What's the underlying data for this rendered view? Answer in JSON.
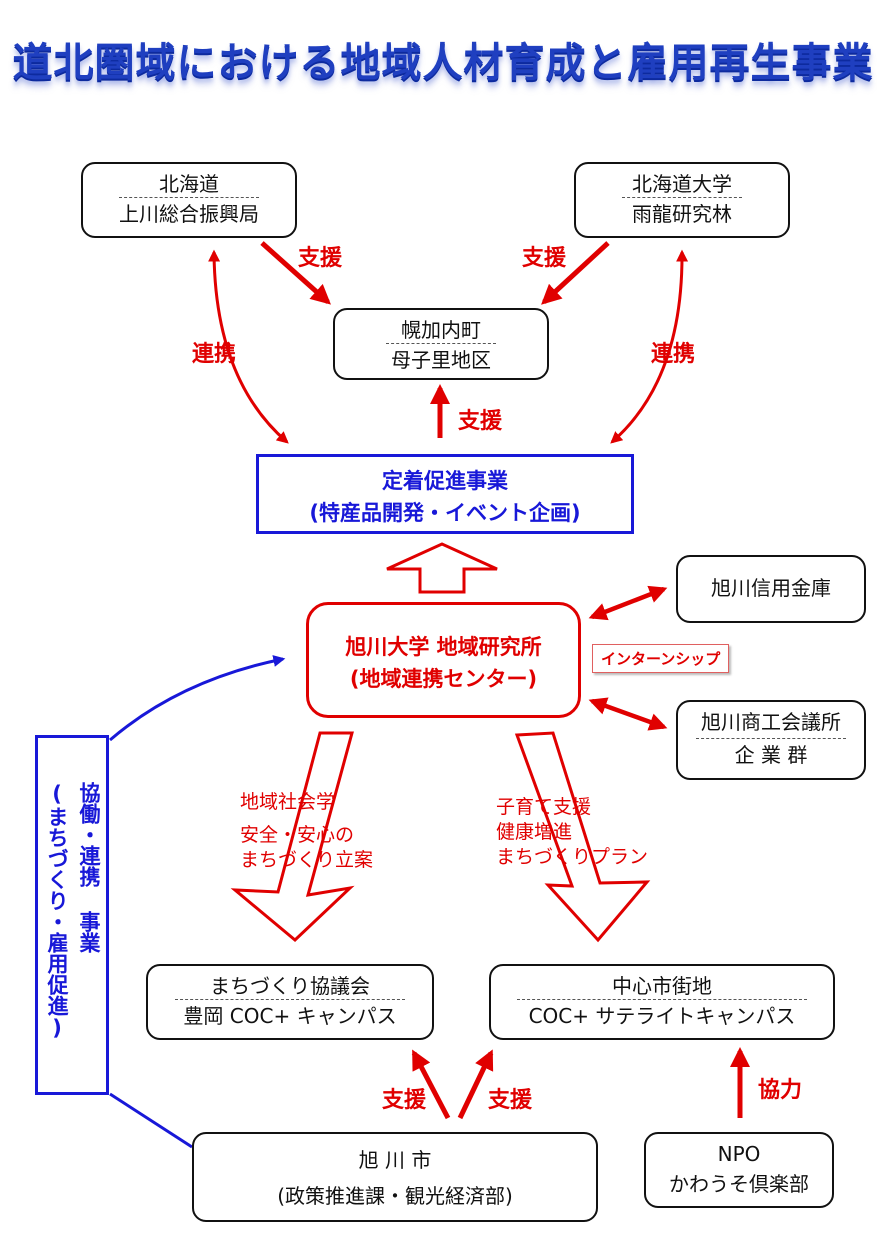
{
  "title": "道北圏域における地域人材育成と雇用再生事業",
  "nodes": {
    "hokkaido": {
      "line1": "北海道",
      "line2": "上川総合振興局"
    },
    "hokudai": {
      "line1": "北海道大学",
      "line2": "雨龍研究林"
    },
    "horokanai": {
      "line1": "幌加内町",
      "line2": "母子里地区"
    },
    "teichaku": {
      "line1": "定着促進事業",
      "line2": "(特産品開発・イベント企画)"
    },
    "univ": {
      "line1": "旭川大学 地域研究所",
      "line2": "(地域連携センター)"
    },
    "shinkin": {
      "line1": "旭川信用金庫"
    },
    "shoko": {
      "line1": "旭川商工会議所",
      "line2": "企 業 群"
    },
    "internship": "インターンシップ",
    "machikyo": {
      "line1": "まちづくり協議会",
      "line2": "豊岡 COC+ キャンパス"
    },
    "chushin": {
      "line1": "中心市街地",
      "line2": "COC+ サテライトキャンパス"
    },
    "city": {
      "line1": "旭 川 市",
      "line2": "(政策推進課・観光経済部)"
    },
    "npo": {
      "line1": "NPO",
      "line2": "かわうそ倶楽部"
    },
    "kyodo": {
      "col1": "協働・連携 事業",
      "col2": "(まちづくり・雇用促進)"
    }
  },
  "labels": {
    "shien": "支援",
    "renkei": "連携",
    "kyoryoku": "協力"
  },
  "themes": {
    "left": [
      "地域社会学",
      "安全・安心の",
      "まちづくり立案"
    ],
    "right": [
      "子育て支援",
      "健康増進",
      "まちづくりプラン"
    ]
  },
  "colors": {
    "red": "#e00000",
    "blue": "#1818d8",
    "title": "#1f3fc0"
  }
}
